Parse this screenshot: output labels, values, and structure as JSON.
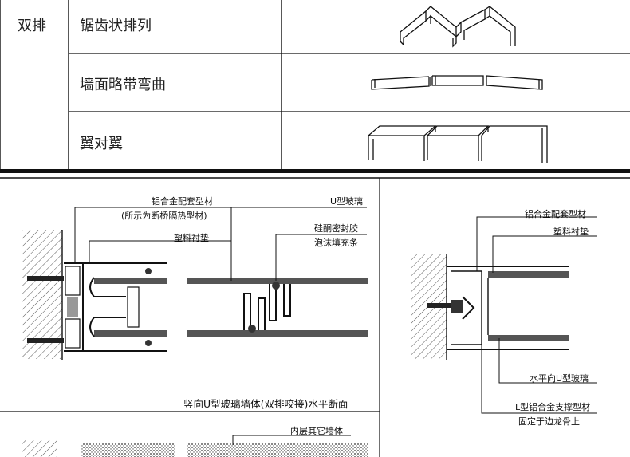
{
  "table": {
    "row_group_label": "双排",
    "rows": [
      {
        "label": "锯齿状排列",
        "sketch": "zigzag-arrangement"
      },
      {
        "label": "墙面略带弯曲",
        "sketch": "curved-wall-arrangement"
      },
      {
        "label": "翼对翼",
        "sketch": "wing-to-wing-arrangement"
      }
    ]
  },
  "diagram_left": {
    "labels": {
      "frame": "铝合金配套型材",
      "frame_note": "(所示为断桥隔热型材)",
      "glass": "U型玻璃",
      "sealant": "硅酮密封胶",
      "foam": "泡沫填充条",
      "gasket": "塑料衬垫"
    },
    "caption": "竖向U型玻璃墙体(双排咬接)水平断面"
  },
  "diagram_right": {
    "labels": {
      "frame": "铝合金配套型材",
      "gasket": "塑料衬垫",
      "glass": "水平向U型玻璃",
      "support": "L型铝合金支撑型材",
      "support_note": "固定于边龙骨上"
    }
  },
  "diagram_bottom": {
    "labels": {
      "inner_wall": "内层其它墙体"
    }
  },
  "colors": {
    "line": "#111111",
    "glass_fill": "#555555",
    "hatch": "#444444"
  }
}
